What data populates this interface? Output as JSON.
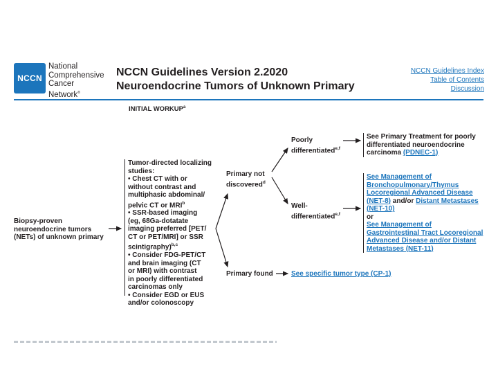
{
  "header": {
    "logo_text": "NCCN",
    "org_line1": "National",
    "org_line2": "Comprehensive",
    "org_line3": "Cancer",
    "org_line4": "Network",
    "org_reg": "®",
    "title_line1": "NCCN Guidelines Version 2.2020",
    "title_line2": "Neuroendocrine Tumors of Unknown Primary",
    "links": [
      "NCCN Guidelines Index",
      "Table of Contents",
      "Discussion"
    ]
  },
  "section": {
    "heading": "INITIAL WORKUP",
    "heading_sup": "a"
  },
  "flow": {
    "start": [
      "Biopsy-proven",
      "neuroendocrine tumors",
      "(NETs) of unknown primary"
    ],
    "workup_title": [
      "Tumor-directed localizing",
      "studies:"
    ],
    "workup_items": [
      [
        "• Chest CT with or",
        "without contrast and",
        "multiphasic abdominal/",
        "pelvic CT or MRI"
      ],
      [
        "• SSR-based imaging",
        "(eg, 68Ga-dotatate",
        "imaging preferred [PET/",
        "CT or PET/MRI] or SSR",
        "scintigraphy)"
      ],
      [
        "• Consider FDG-PET/CT",
        "and brain imaging (CT",
        "or MRI) with contrast",
        "in poorly differentiated",
        "carcinomas only"
      ],
      [
        "• Consider EGD or EUS",
        "and/or colonoscopy"
      ]
    ],
    "workup_sup_1": "b",
    "workup_sup_2": "b,c",
    "not_discovered": [
      "Primary not",
      "discovered"
    ],
    "not_discovered_sup": "d",
    "primary_found": "Primary found",
    "poorly": [
      "Poorly",
      "differentiated"
    ],
    "poorly_sup": "e,f",
    "well": [
      "Well-",
      "differentiated"
    ],
    "well_sup": "e,f",
    "poorly_outcome": [
      "See Primary Treatment for poorly",
      "differentiated neuroendocrine",
      "carcinoma"
    ],
    "poorly_outcome_link": "(PDNEC-1)",
    "well_outcome": {
      "l1": "See Management of",
      "l2": "Bronchopulmonary/Thymus",
      "l3": "Locoregional Advanced Disease",
      "l4a": "(NET-8)",
      "l4b": " and/or ",
      "l4c": "Distant Metastases",
      "l5": "(NET-10)",
      "l6": "or",
      "l7": "See Management of",
      "l8": "Gastrointestinal Tract Locoregional",
      "l9": "Advanced Disease and/or Distant",
      "l10": "Metastases (NET-11)"
    },
    "found_outcome": "See specific tumor type (CP-1)"
  }
}
